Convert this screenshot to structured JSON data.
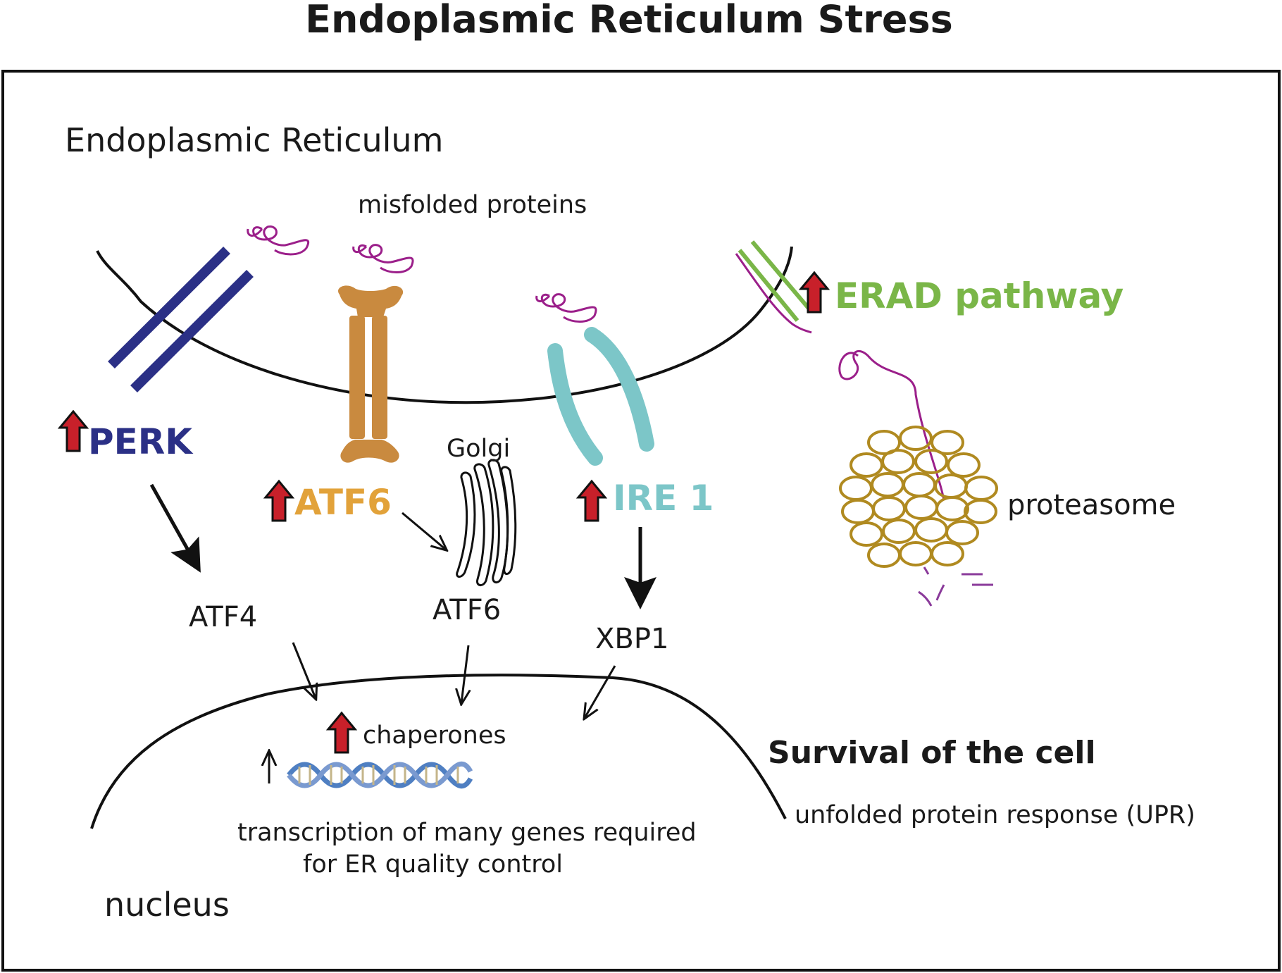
{
  "title": "Endoplasmic Reticulum Stress",
  "labels": {
    "er": "Endoplasmic Reticulum",
    "misfolded": "misfolded proteins",
    "perk": "PERK",
    "atf6_receptor": "ATF6",
    "golgi": "Golgi",
    "ire1": "IRE 1",
    "erad": "ERAD pathway",
    "proteasome": "proteasome",
    "atf4": "ATF4",
    "atf6_active": "ATF6",
    "xbp1": "XBP1",
    "chaperones": "chaperones",
    "transcription_line1": "transcription of many genes required",
    "transcription_line2": "for ER quality control",
    "nucleus": "nucleus",
    "survival": "Survival of the cell",
    "upr": "unfolded protein response (UPR)"
  },
  "colors": {
    "perk": "#2b3086",
    "atf6": "#e2a23a",
    "atf6_body": "#c98a3f",
    "ire1": "#7cc6c8",
    "erad": "#7ab648",
    "up_arrow": "#c8202a",
    "protein": "#9b1f8a",
    "proteasome": "#b08a20",
    "dna": "#4f7fc2"
  },
  "icons": [
    "up-arrow-icon",
    "misfolded-protein-icon",
    "golgi-icon",
    "proteasome-icon",
    "dna-icon"
  ]
}
